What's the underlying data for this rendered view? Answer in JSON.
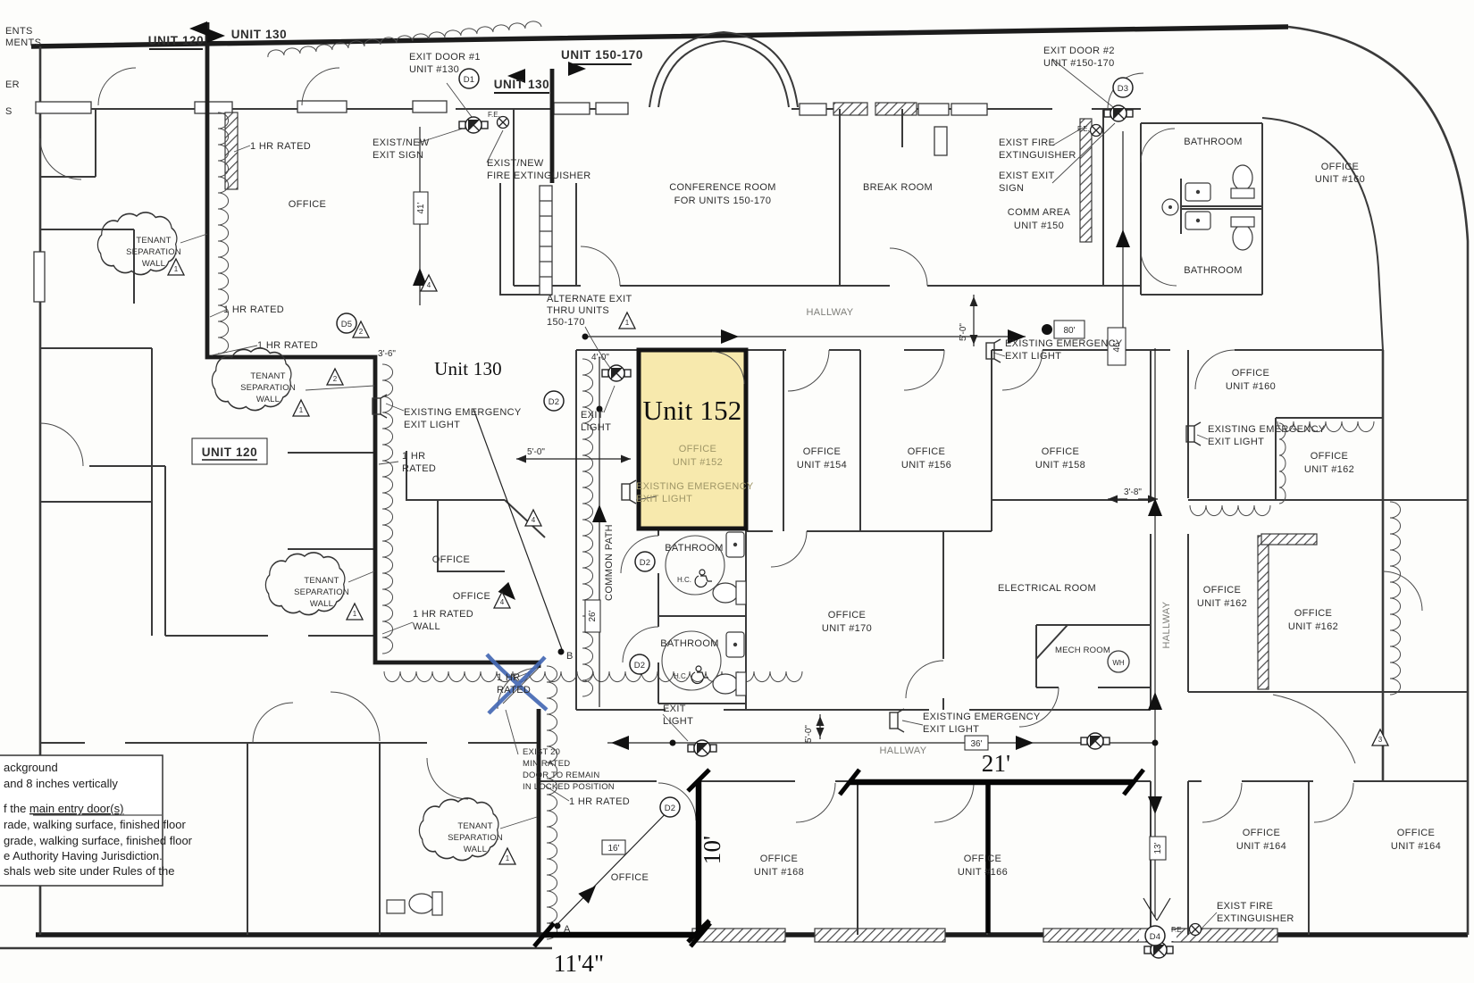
{
  "drawing": {
    "kind": "architectural floor plan - life safety / exit plan",
    "highlight_color": "#f7e9ad",
    "wall_color": "#3a3a3a",
    "annotation_blue": "#4569b4"
  },
  "t": {
    "unit120": "UNIT 120",
    "unit130": "UNIT 130",
    "unit150_170": "UNIT 150-170",
    "exit_door1_l1": "EXIT DOOR #1",
    "exit_door1_l2": "UNIT #130",
    "exit_door2_l1": "EXIT DOOR #2",
    "exit_door2_l2": "UNIT #150-170",
    "d1": "D1",
    "d2": "D2",
    "d3": "D3",
    "d4": "D4",
    "d5": "D5",
    "fe": "F.E.",
    "exist_new": "EXIST/NEW",
    "exit_sign": "EXIT SIGN",
    "fire_ext": "FIRE EXTINGUISHER",
    "exist_fire": "EXIST FIRE",
    "extinguisher": "EXTINGUISHER",
    "exist_exit": "EXIST EXIT",
    "sign": "SIGN",
    "one_hr_rated": "1 HR RATED",
    "one_hr": "1 HR",
    "rated": "RATED",
    "wall": "WALL",
    "tenant": "TENANT",
    "separation": "SEPARATION",
    "office": "OFFICE",
    "conf_l1": "CONFERENCE ROOM",
    "conf_l2": "FOR UNITS 150-170",
    "break_room": "BREAK ROOM",
    "comm_l1": "COMM AREA",
    "comm_l2": "UNIT #150",
    "bathroom": "BATHROOM",
    "hc": "H.C.",
    "hallway": "HALLWAY",
    "alt_l1": "ALTERNATE EXIT",
    "alt_l2": "THRU UNITS",
    "alt_l3": "150-170",
    "unit130_serif": "Unit 130",
    "unit152_serif": "Unit 152",
    "u152": "UNIT #152",
    "u154": "UNIT #154",
    "u156": "UNIT #156",
    "u158": "UNIT #158",
    "u160": "UNIT #160",
    "u162": "UNIT #162",
    "u164": "UNIT #164",
    "u166": "UNIT #166",
    "u168": "UNIT #168",
    "u170": "UNIT #170",
    "ex_em": "EXISTING EMERGENCY",
    "exit_light": "EXIT LIGHT",
    "exitw": "EXIT",
    "lightw": "LIGHT",
    "common_path": "COMMON PATH",
    "electrical": "ELECTRICAL ROOM",
    "mech": "MECH ROOM",
    "wh": "WH",
    "exist20_l1": "EXIST 20",
    "exist20_l2": "MIN RATED",
    "exist20_l3": "DOOR TO REMAIN",
    "exist20_l4": "IN LOCKED POSITION",
    "d5_0": "5'-0\"",
    "d4_0": "4'-0\"",
    "d3_6": "3'-6\"",
    "d3_8": "3'-8\"",
    "d41": "41'",
    "d46": "46'",
    "d26": "26'",
    "d36": "36'",
    "d80": "80'",
    "d16": "16'",
    "d13": "13'",
    "d21": "21'",
    "d10": "10'",
    "d11_4": "11'4\"",
    "a": "A",
    "b": "B",
    "t1": "1",
    "t2": "2",
    "t3": "3",
    "t4": "4",
    "cut1": "ENTS",
    "cut2": "MENTS",
    "cut3": "ER",
    "cut4": "S",
    "notes_l1": "ackground",
    "notes_l2": "and 8 inches vertically",
    "notes_l3a": "f the ",
    "notes_l3b": "main entry door(s)",
    "notes_l4": "rade, walking surface, finished floor",
    "notes_l5": "grade, walking surface, finished floor",
    "notes_l6": "e Authority Having Jurisdiction.",
    "notes_l7": "shals web site under Rules of the"
  }
}
